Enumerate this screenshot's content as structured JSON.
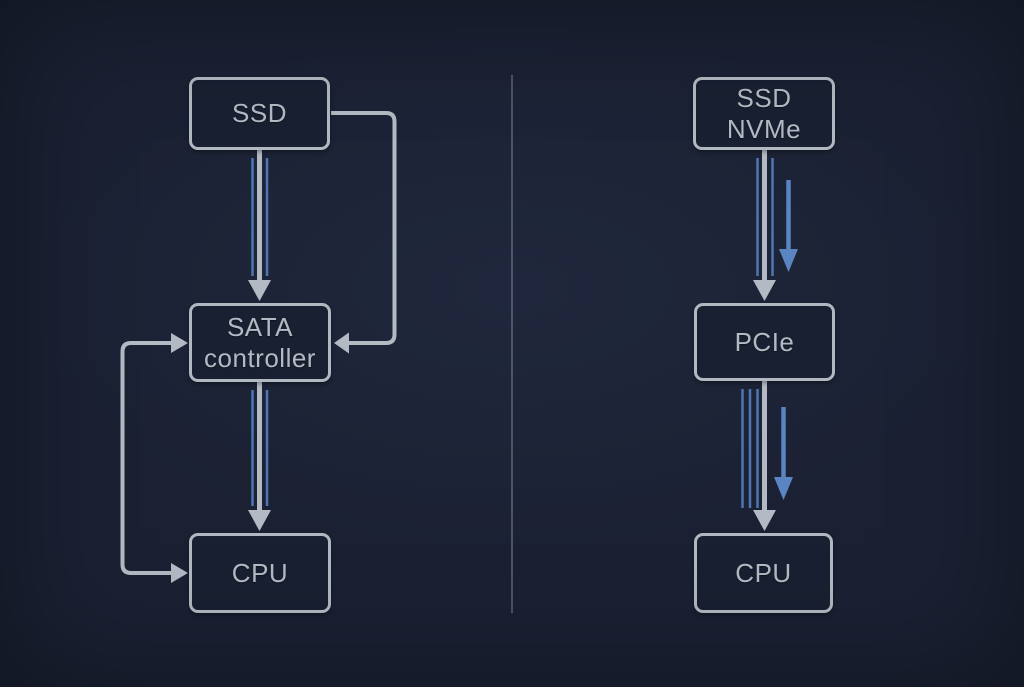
{
  "left_panel": {
    "nodes": {
      "ssd": {
        "label": "SSD"
      },
      "sata_controller": {
        "label": "SATA controller"
      },
      "cpu": {
        "label": "CPU"
      }
    },
    "edges": [
      {
        "from": "SSD",
        "to": "SATA controller",
        "style": "wide gray down-arrow flanked by 2 thin blue lines"
      },
      {
        "from": "SSD",
        "to": "SATA controller",
        "style": "gray line routed around right side, arrow pointing left into SATA controller"
      },
      {
        "from": "SATA controller",
        "to": "CPU",
        "style": "wide gray down-arrow flanked by 2 thin blue lines"
      },
      {
        "from": "left side rail",
        "to": "SATA controller and CPU",
        "style": "gray line with right-pointing arrows into both boxes"
      }
    ]
  },
  "right_panel": {
    "nodes": {
      "ssd_nvme": {
        "label": "SSD NVMe"
      },
      "pcie": {
        "label": "PCIe"
      },
      "cpu": {
        "label": "CPU"
      }
    },
    "edges": [
      {
        "from": "SSD NVMe",
        "to": "PCIe",
        "style": "wide gray down-arrow flanked by 2 thin blue lines plus one thick blue down-arrow"
      },
      {
        "from": "PCIe",
        "to": "CPU",
        "style": "wide gray down-arrow with 3 thin blue lines on left plus one thick blue down-arrow"
      }
    ]
  },
  "colors": {
    "background": "#1b2133",
    "node_fill": "#192031",
    "node_border": "#b2b8c1",
    "text": "#b4bac4",
    "arrow_gray": "#b4bac3",
    "blue_thin": "#4d76b2",
    "blue_thick": "#5b84c3",
    "divider": "#98a6c0"
  }
}
